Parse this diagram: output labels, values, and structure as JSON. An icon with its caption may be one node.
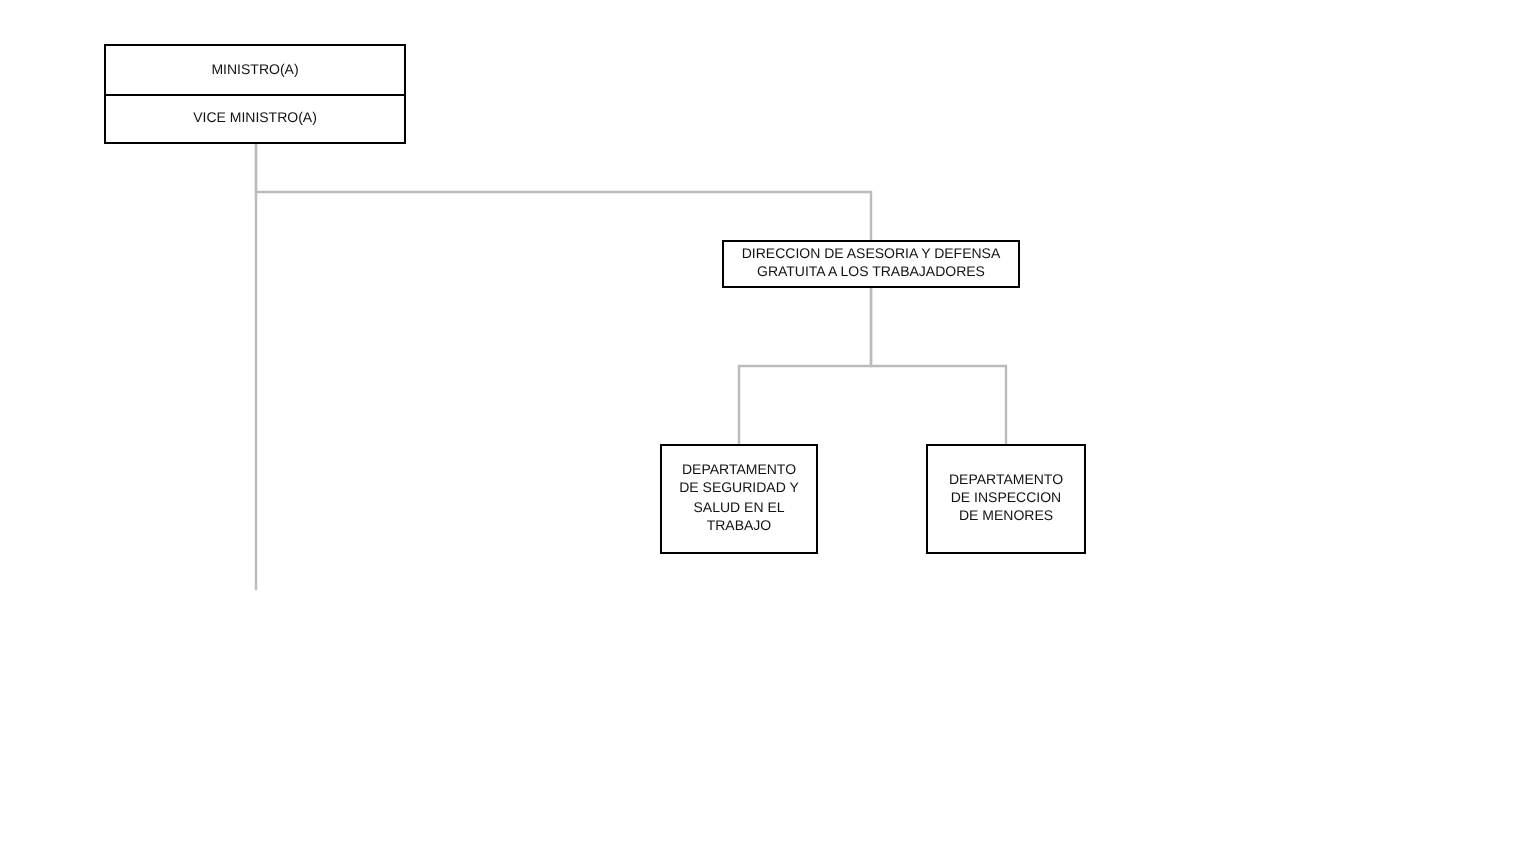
{
  "diagram": {
    "nodes": [
      {
        "text": [
          "MINISTRO(A)"
        ]
      },
      {
        "text": [
          "VICE MINISTRO(A)"
        ]
      },
      {
        "text": [
          "DIRECCION DE ASESORIA Y DEFENSA GRATUITA A LOS TRABAJADORES"
        ]
      },
      {
        "text": [
          "DEPARTAMENTO DE SEGURIDAD Y SALUD EN EL TRABAJO"
        ]
      },
      {
        "text": [
          "DEPARTAMENTO DE INSPECCION DE MENORES"
        ]
      }
    ],
    "edges": [
      {
        "from": 1,
        "to": null,
        "arrow": "none"
      },
      {
        "from": 1,
        "to": 2,
        "arrow": "none"
      },
      {
        "from": 2,
        "to": 3,
        "arrow": "none"
      },
      {
        "from": 2,
        "to": 4,
        "arrow": "none"
      }
    ]
  }
}
